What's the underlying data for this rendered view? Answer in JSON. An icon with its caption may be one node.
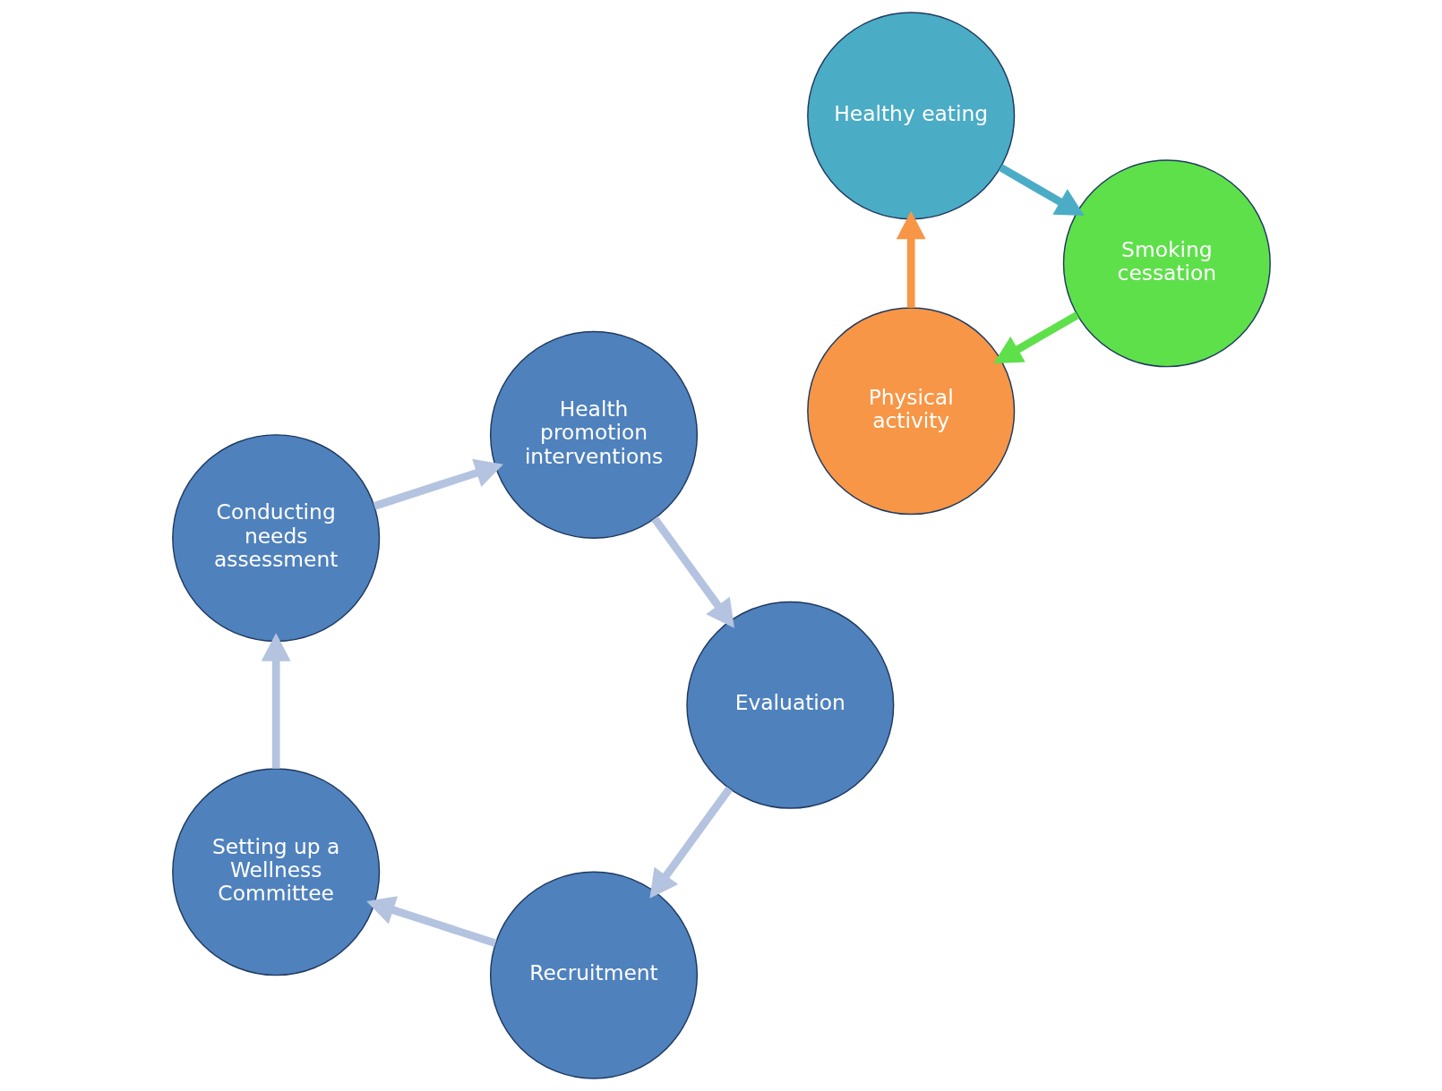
{
  "diagram": {
    "nodes": [
      {
        "text": [
          "Recruitment"
        ]
      },
      {
        "text": [
          "Setting up a Wellness Committee"
        ]
      },
      {
        "text": [
          "Conducting needs assessment"
        ]
      },
      {
        "text": [
          "Health promotion interventions"
        ]
      },
      {
        "text": [
          "Evaluation"
        ]
      },
      {
        "text": [
          "Physical activity"
        ]
      },
      {
        "text": [
          "Healthy eating"
        ]
      },
      {
        "text": [
          "Smoking cessation"
        ]
      }
    ],
    "edges": [
      {
        "from": 0,
        "to": 1,
        "arrow": "to"
      },
      {
        "from": 1,
        "to": 2,
        "arrow": "to"
      },
      {
        "from": 2,
        "to": 3,
        "arrow": "to"
      },
      {
        "from": 3,
        "to": 4,
        "arrow": "to"
      },
      {
        "from": 4,
        "to": 0,
        "arrow": "to"
      },
      {
        "from": 5,
        "to": 6,
        "arrow": "to",
        "color": "#f79646"
      },
      {
        "from": 6,
        "to": 7,
        "arrow": "to",
        "color": "#4bacc6"
      },
      {
        "from": 7,
        "to": 5,
        "arrow": "to",
        "color": "#5ee04a"
      }
    ]
  }
}
